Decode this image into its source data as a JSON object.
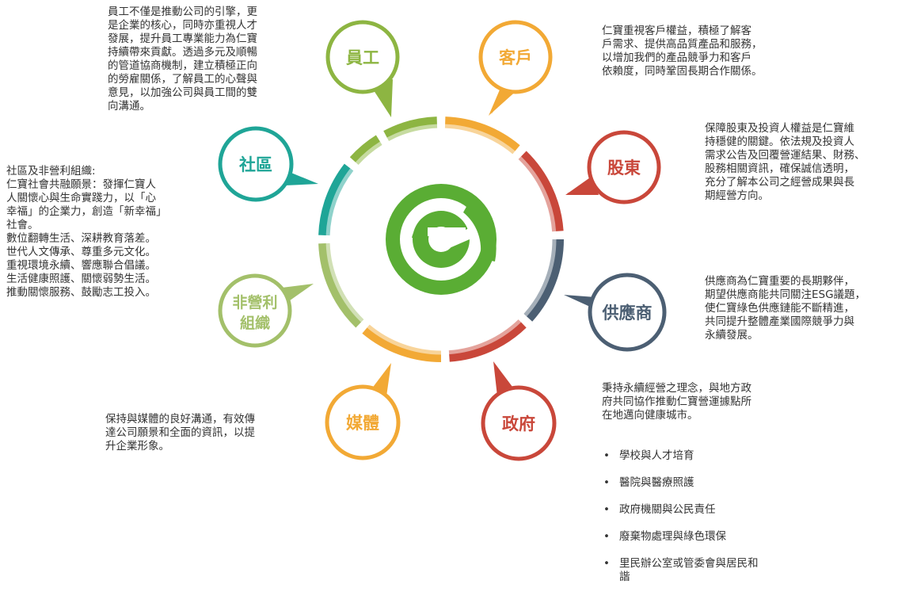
{
  "stakeholders": {
    "employees": {
      "label": "員工",
      "color": "#8db542",
      "desc": "員工不僅是推動公司的引擎，更\n是企業的核心，同時亦重視人才\n發展，提升員工專業能力為仁寶\n持續帶來貢獻。透過多元及順暢\n的管道協商機制，建立積極正向\n的勞雇關係，了解員工的心聲與\n意見，以加強公司與員工間的雙\n向溝通。"
    },
    "customers": {
      "label": "客戶",
      "color": "#f2a935",
      "desc": "仁寶重視客戶權益，積極了解客\n戶需求、提供高品質產品和服務，\n以增加我們的產品競爭力和客戶\n依賴度，同時鞏固長期合作關係。"
    },
    "shareholders": {
      "label": "股東",
      "color": "#c9473a",
      "desc": "保障股東及投資人權益是仁寶維\n持穩健的關鍵。依法規及投資人\n需求公告及回覆營運結果、財務、\n股務相關資訊，確保誠信透明，\n充分了解本公司之經營成果與長\n期經營方向。"
    },
    "suppliers": {
      "label": "供應商",
      "color": "#4c5f73",
      "desc": "供應商為仁寶重要的長期夥伴，\n期望供應商能共同關注ESG議題，\n使仁寶綠色供應鏈能不斷精進，\n共同提升整體產業國際競爭力與\n永續發展。"
    },
    "government": {
      "label": "政府",
      "color": "#c9473a",
      "desc": "秉持永續經營之理念，與地方政\n府共同協作推動仁寶營運據點所\n在地邁向健康城市。",
      "bullets": [
        "學校與人才培育",
        "醫院與醫療照護",
        "政府機關與公民責任",
        "廢棄物處理與綠色環保",
        "里民辦公室或管委會與居民和\n諧"
      ]
    },
    "media": {
      "label": "媒體",
      "color": "#f2a935",
      "desc": "保持與媒體的良好溝通，有效傳\n達公司願景和全面的資訊，以提\n升企業形象。"
    },
    "nonprofit": {
      "label_line1": "非營利",
      "label_line2": "組織",
      "color": "#a3c06a"
    },
    "community": {
      "label": "社區",
      "color": "#1fa597",
      "desc": "社區及非營利組織:\n仁寶社會共融願景：發揮仁寶人\n人關懷心與生命實踐力，以「心\n幸福」的企業力，創造「新幸福」\n社會。\n數位翻轉生活、深耕教育落差。\n世代人文傳承、尊重多元文化。\n重視環境永續、響應聯合倡議。\n生活健康照護、關懷弱勢生活。\n推動關懷服務、鼓勵志工投入。"
    }
  }
}
